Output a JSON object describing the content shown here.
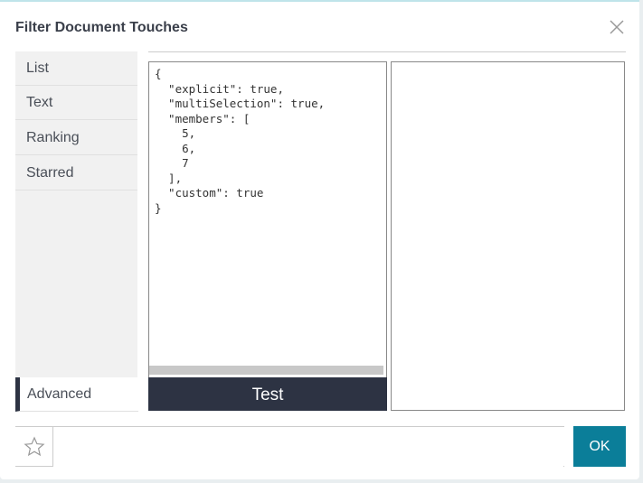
{
  "dialog": {
    "title": "Filter Document Touches"
  },
  "sidebar": {
    "items": [
      {
        "label": "List"
      },
      {
        "label": "Text"
      },
      {
        "label": "Ranking"
      },
      {
        "label": "Starred"
      },
      {
        "label": "Advanced",
        "active": true
      }
    ]
  },
  "editor": {
    "code": "{\n  \"explicit\": true,\n  \"multiSelection\": true,\n  \"members\": [\n    5,\n    6,\n    7\n  ],\n  \"custom\": true\n}"
  },
  "buttons": {
    "test": "Test",
    "ok": "OK"
  },
  "footer": {
    "input_value": ""
  },
  "colors": {
    "accent": "#0b7e99",
    "dark": "#2d3343"
  }
}
